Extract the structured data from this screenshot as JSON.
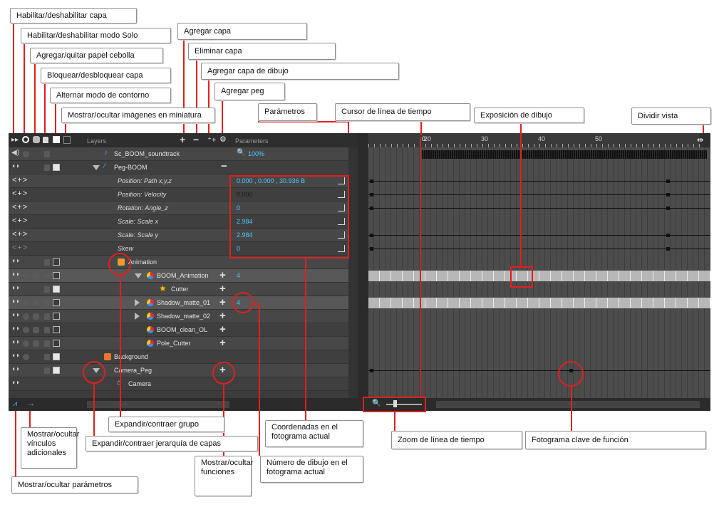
{
  "callouts": {
    "toggle_layer": "Habilitar/deshabilitar capa",
    "solo_mode": "Habilitar/deshabilitar modo Solo",
    "onion_skin": "Agregar/quitar papel cebolla",
    "lock_layer": "Bloquear/desbloquear capa",
    "outline_mode": "Alternar modo de contorno",
    "thumbnails": "Mostrar/ocultar imágenes en miniatura",
    "add_layer": "Agregar capa",
    "delete_layer": "Eliminar capa",
    "add_drawing_layer": "Agregar capa de dibujo",
    "add_peg": "Agregar peg",
    "parameters": "Parámetros",
    "timeline_cursor": "Cursor de línea de tiempo",
    "drawing_exposure": "Exposición de dibujo",
    "split_view": "Dividir vista",
    "expand_group": "Expandir/contraer grupo",
    "expand_hierarchy": "Expandir/contraer jerarquía de capas",
    "coords_current_frame": "Coordenadas en el fotograma actual",
    "show_extra_links": "Mostrar/ocultar vínculos adicionales",
    "show_functions": "Mostrar/ocultar funciones",
    "drawing_number": "Número de dibujo en el fotograma actual",
    "timeline_zoom": "Zoom de línea de tiempo",
    "function_keyframe": "Fotograma clave de función",
    "show_params": "Mostrar/ocultar parámetros"
  },
  "panel": {
    "layers_header": "Layers",
    "params_header": "Parameters",
    "ruler": [
      "20",
      "30",
      "40",
      "50"
    ],
    "frame_cursor": "0",
    "rows": [
      {
        "name": "Sc_BOOM_soundtrack",
        "value": "100%"
      },
      {
        "name": "Peg-BOOM",
        "value": ""
      },
      {
        "name": "Position: Path x,y,z",
        "value": "0.000 , 0.000 , 30.936 B"
      },
      {
        "name": "Position: Velocity",
        "value": "0.000"
      },
      {
        "name": "Rotation: Angle_z",
        "value": "0"
      },
      {
        "name": "Scale: Scale x",
        "value": "2.984"
      },
      {
        "name": "Scale: Scale y",
        "value": "2.984"
      },
      {
        "name": "Skew",
        "value": "0"
      },
      {
        "name": "Animation",
        "value": ""
      },
      {
        "name": "BOOM_Animation",
        "value": "4"
      },
      {
        "name": "Cutter",
        "value": ""
      },
      {
        "name": "Shadow_matte_01",
        "value": "4"
      },
      {
        "name": "Shadow_matte_02",
        "value": ""
      },
      {
        "name": "BOOM_clean_OL",
        "value": ""
      },
      {
        "name": "Pole_Cutter",
        "value": ""
      },
      {
        "name": "Background",
        "value": ""
      },
      {
        "name": "Camera_Peg",
        "value": ""
      },
      {
        "name": "Camera",
        "value": ""
      }
    ]
  },
  "colors": {
    "accent": "#e0201e",
    "value_blue": "#4cc8ff",
    "panel_bg": "#3c3c3c"
  }
}
